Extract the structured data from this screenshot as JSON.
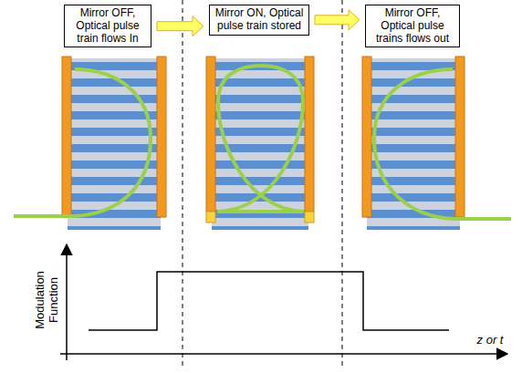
{
  "diagram": {
    "nodes": [
      {
        "text": [
          "Mirror OFF, Optical pulse train flows In"
        ]
      },
      {
        "text": [
          "Mirror ON, Optical pulse train stored"
        ]
      },
      {
        "text": [
          "Mirror OFF, Optical pulse trains flows out"
        ]
      }
    ],
    "edges": [
      {
        "from": 0,
        "to": 1,
        "arrow": "to"
      },
      {
        "from": 1,
        "to": 2,
        "arrow": "to"
      }
    ],
    "labels": [
      "Modulation Function",
      "z or t"
    ]
  }
}
